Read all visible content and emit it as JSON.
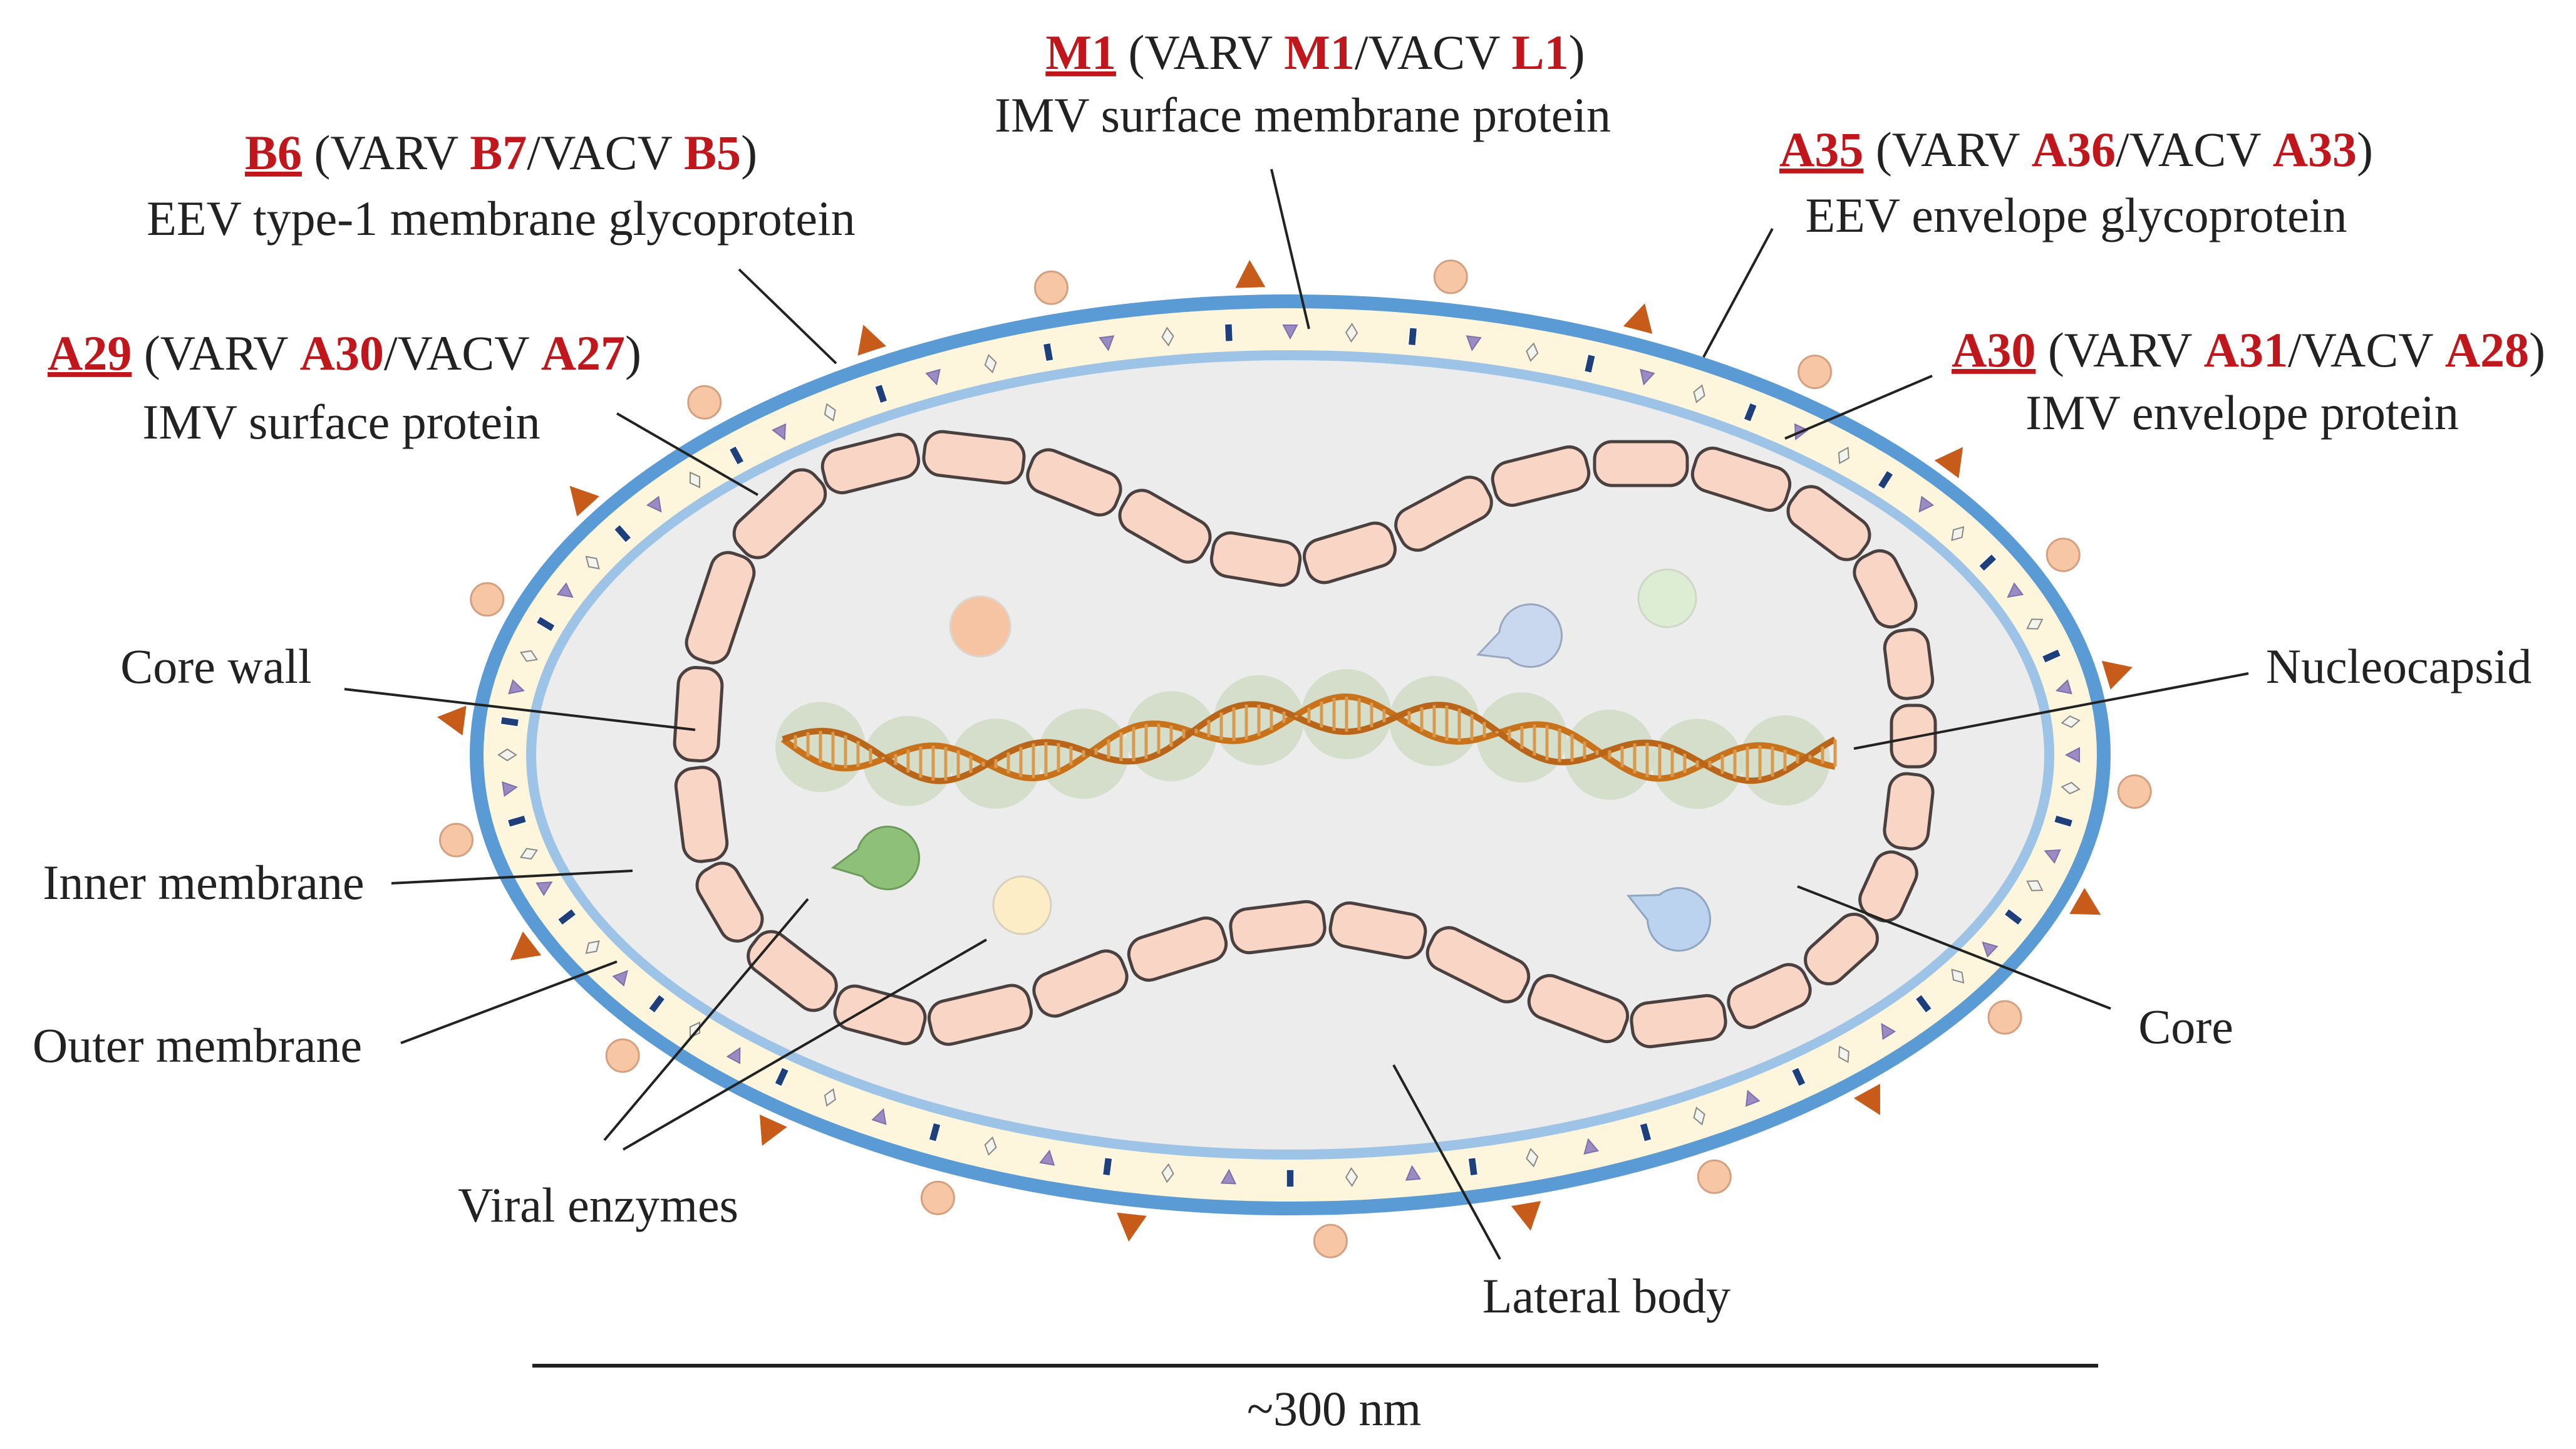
{
  "colors": {
    "outer_membrane": "#5b9bd5",
    "inner_membrane": "#9dc3e6",
    "space_between": "#fdf6dc",
    "core_bg": "#ececec",
    "core_segment": "#f8d5c4",
    "protein_red": "#c0161c",
    "dna": "#c8731c",
    "nucleocapsid_blob": "#cddabf",
    "eev_triangle": "#c75b1a",
    "b6_circle": "#f7c7a5",
    "purple_triangle": "#9a8bc4",
    "diamond": "#f4f4ee"
  },
  "icons": [
    "eev-glycoprotein-triangle",
    "b6-circle-glycoprotein",
    "imv-purple-triangle",
    "imv-diamond-protein",
    "imv-blue-rectangle",
    "pacman-enzyme",
    "round-enzyme",
    "dna-helix"
  ],
  "proteins": {
    "m1": {
      "name": "M1",
      "pre": " (VARV ",
      "varv": "M1",
      "mid": "/VACV ",
      "vacv": "L1",
      "post": ")",
      "description": "IMV surface membrane protein"
    },
    "b6": {
      "name": "B6",
      "pre": " (VARV ",
      "varv": "B7",
      "mid": "/VACV ",
      "vacv": "B5",
      "post": ")",
      "description": "EEV type-1 membrane glycoprotein"
    },
    "a35": {
      "name": "A35",
      "pre": " (VARV ",
      "varv": "A36",
      "mid": "/VACV ",
      "vacv": "A33",
      "post": ")",
      "description": "EEV envelope glycoprotein"
    },
    "a29": {
      "name": "A29",
      "pre": " (VARV ",
      "varv": "A30",
      "mid": "/VACV ",
      "vacv": "A27",
      "post": ")",
      "description": "IMV surface protein"
    },
    "a30": {
      "name": "A30",
      "pre": " (VARV ",
      "varv": "A31",
      "mid": "/VACV ",
      "vacv": "A28",
      "post": ")",
      "description": "IMV envelope protein"
    }
  },
  "structures": {
    "core_wall": "Core wall",
    "inner_membrane": "Inner membrane",
    "outer_membrane": "Outer membrane",
    "viral_enzymes": "Viral enzymes",
    "lateral_body": "Lateral body",
    "nucleocapsid": "Nucleocapsid",
    "core": "Core"
  },
  "scale": {
    "label": "~300 nm"
  }
}
